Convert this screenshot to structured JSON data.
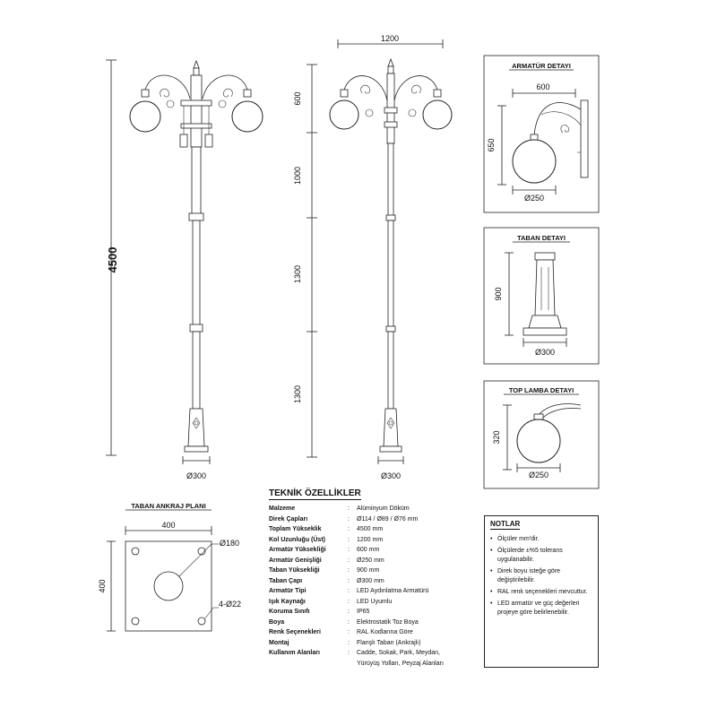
{
  "front_view": {
    "total_height": "4500",
    "base_diameter": "Ø300"
  },
  "side_view": {
    "width": "1200",
    "seg1": "600",
    "seg2": "1000",
    "seg3": "1300",
    "seg4": "1300",
    "base_diameter": "Ø300"
  },
  "armatur_detail": {
    "title": "ARMATÜR DETAYI",
    "width": "600",
    "height": "650",
    "globe": "Ø250"
  },
  "taban_detail": {
    "title": "TABAN DETAYI",
    "height": "900",
    "diameter": "Ø300"
  },
  "top_lamba_detail": {
    "title": "TOP LAMBA DETAYI",
    "height": "320",
    "globe": "Ø250"
  },
  "anchor_plan": {
    "title": "TABAN ANKRAJ PLANI",
    "width": "400",
    "height": "400",
    "center_hole": "Ø180",
    "bolts": "4-Ø22"
  },
  "specs": {
    "title": "TEKNİK ÖZELLİKLER",
    "rows": [
      {
        "k": "Malzeme",
        "v": "Alüminyum Döküm"
      },
      {
        "k": "Direk Çapları",
        "v": "Ø114 / Ø89 / Ø76 mm"
      },
      {
        "k": "Toplam Yükseklik",
        "v": "4500 mm"
      },
      {
        "k": "Kol Uzunluğu (Üst)",
        "v": "1200 mm"
      },
      {
        "k": "Armatür Yüksekliği",
        "v": "600 mm"
      },
      {
        "k": "Armatür Genişliği",
        "v": "Ø250 mm"
      },
      {
        "k": "Taban Yüksekliği",
        "v": "900 mm"
      },
      {
        "k": "Taban Çapı",
        "v": "Ø300 mm"
      },
      {
        "k": "Armatür Tipi",
        "v": "LED Aydınlatma Armatürü"
      },
      {
        "k": "Işık Kaynağı",
        "v": "LED Uyumlu"
      },
      {
        "k": "Koruma Sınıfı",
        "v": "IP65"
      },
      {
        "k": "Boya",
        "v": "Elektrostatik Toz Boya"
      },
      {
        "k": "Renk Seçenekleri",
        "v": "RAL Kodlarına Göre"
      },
      {
        "k": "Montaj",
        "v": "Flanşlı Taban (Ankrajlı)"
      },
      {
        "k": "Kullanım Alanları",
        "v": "Cadde, Sokak, Park, Meydan,"
      },
      {
        "k": "",
        "v": "Yürüyüş Yolları, Peyzaj Alanları"
      }
    ]
  },
  "notes": {
    "title": "NOTLAR",
    "items": [
      "Ölçüler mm'dir.",
      "Ölçülerde ±%5 tolerans uygulanabilir.",
      "Direk boyu isteğe göre değiştirilebilir.",
      "RAL renk seçenekleri mevcuttur.",
      "LED armatür ve güç değerleri projeye göre belirlenebilir."
    ]
  },
  "colors": {
    "line": "#222222",
    "background": "#ffffff"
  }
}
